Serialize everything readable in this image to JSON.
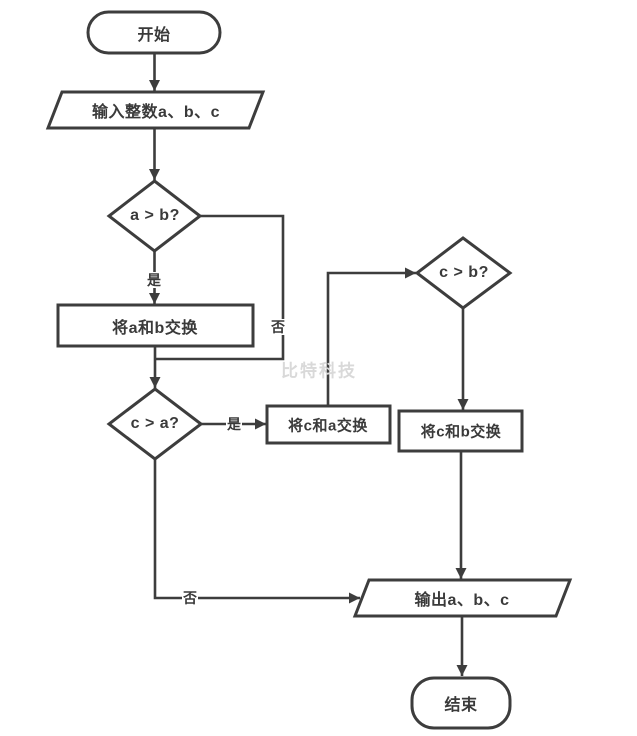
{
  "flowchart": {
    "nodes": {
      "start": {
        "label": "开始",
        "type": "terminator"
      },
      "input": {
        "label": "输入整数a、b、c",
        "type": "io"
      },
      "d1": {
        "label": "a > b?",
        "type": "decision"
      },
      "r1": {
        "label": "将a和b交换",
        "type": "process"
      },
      "d2": {
        "label": "c > a?",
        "type": "decision"
      },
      "r2": {
        "label": "将c和a交换",
        "type": "process"
      },
      "d3": {
        "label": "c > b?",
        "type": "decision"
      },
      "r3": {
        "label": "将c和b交换",
        "type": "process"
      },
      "output": {
        "label": "输出a、b、c",
        "type": "io"
      },
      "end": {
        "label": "结束",
        "type": "terminator"
      }
    },
    "edge_labels": {
      "d1_yes": "是",
      "d1_no": "否",
      "d2_yes": "是",
      "d2_no": "否"
    },
    "watermark": "比特科技",
    "colors": {
      "stroke": "#3d3d3d",
      "text": "#3a3a3a",
      "watermark": "#d9d9d9",
      "background": "#ffffff"
    }
  }
}
